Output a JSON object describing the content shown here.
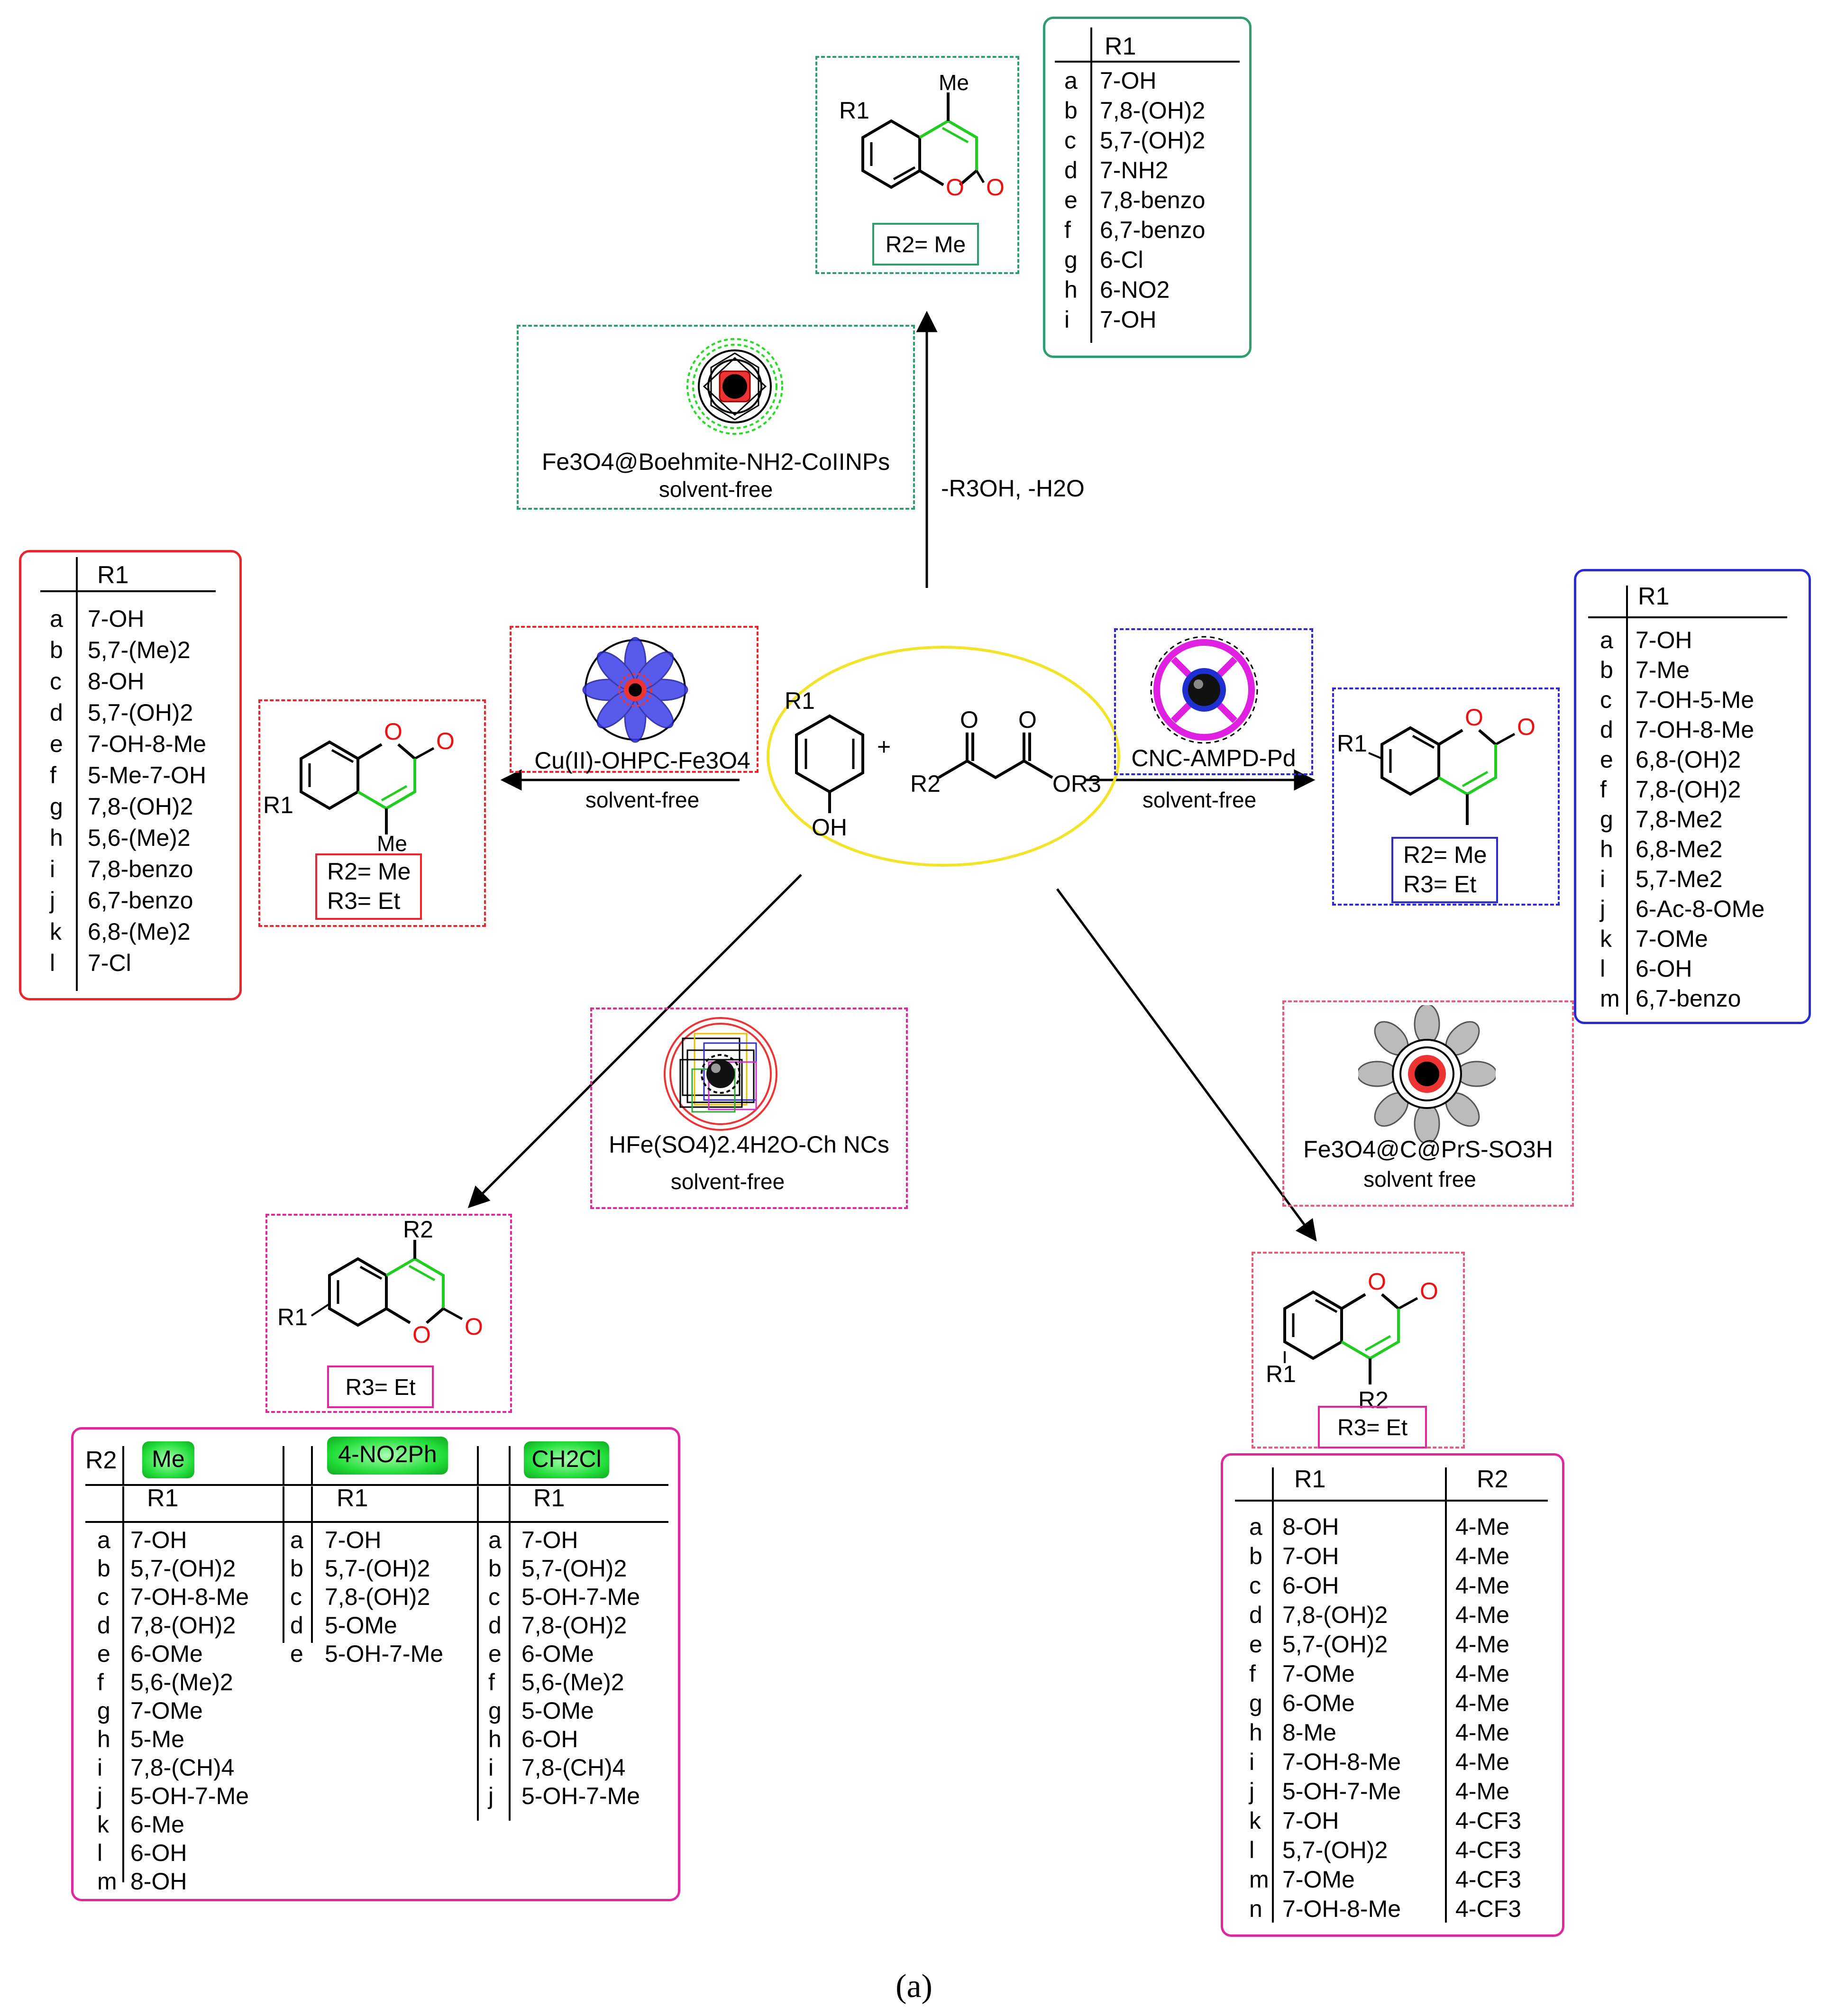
{
  "center": {
    "plus": "+",
    "phenol_r": "R1",
    "phenol_oh": "OH",
    "ketoester_o1": "O",
    "ketoester_o2": "O",
    "ketoester_r2": "R2",
    "ketoester_or3": "OR3"
  },
  "top": {
    "catalyst": "Fe3O4@Boehmite-NH2-CoIINPs",
    "condition": "solvent-free",
    "byproduct": "-R3OH, -H2O",
    "product_me": "Me",
    "product_r1": "R1",
    "product_o": "O",
    "product_o2": "O",
    "r2_label": "R2= Me",
    "table_header": "R1",
    "rows": [
      {
        "letter": "a",
        "r1": "7-OH"
      },
      {
        "letter": "b",
        "r1": "7,8-(OH)2"
      },
      {
        "letter": "c",
        "r1": "5,7-(OH)2"
      },
      {
        "letter": "d",
        "r1": "7-NH2"
      },
      {
        "letter": "e",
        "r1": "7,8-benzo"
      },
      {
        "letter": "f",
        "r1": "6,7-benzo"
      },
      {
        "letter": "g",
        "r1": "6-Cl"
      },
      {
        "letter": "h",
        "r1": "6-NO2"
      },
      {
        "letter": "i",
        "r1": "7-OH"
      }
    ]
  },
  "left": {
    "catalyst": "Cu(II)-OHPC-Fe3O4",
    "condition": "solvent-free",
    "product_me": "Me",
    "product_r1": "R1",
    "product_o": "O",
    "product_o2": "O",
    "r2_label": "R2= Me",
    "r3_label": "R3= Et",
    "table_header": "R1",
    "rows": [
      {
        "letter": "a",
        "r1": "7-OH"
      },
      {
        "letter": "b",
        "r1": "5,7-(Me)2"
      },
      {
        "letter": "c",
        "r1": "8-OH"
      },
      {
        "letter": "d",
        "r1": "5,7-(OH)2"
      },
      {
        "letter": "e",
        "r1": "7-OH-8-Me"
      },
      {
        "letter": "f",
        "r1": "5-Me-7-OH"
      },
      {
        "letter": "g",
        "r1": "7,8-(OH)2"
      },
      {
        "letter": "h",
        "r1": "5,6-(Me)2"
      },
      {
        "letter": "i",
        "r1": "7,8-benzo"
      },
      {
        "letter": "j",
        "r1": "6,7-benzo"
      },
      {
        "letter": "k",
        "r1": "6,8-(Me)2"
      },
      {
        "letter": "l",
        "r1": "7-Cl"
      }
    ]
  },
  "right": {
    "catalyst": "CNC-AMPD-Pd",
    "condition": "solvent-free",
    "product_r1": "R1",
    "product_o": "O",
    "product_o2": "O",
    "r2_label": "R2= Me",
    "r3_label": "R3= Et",
    "table_header": "R1",
    "rows": [
      {
        "letter": "a",
        "r1": "7-OH"
      },
      {
        "letter": "b",
        "r1": "7-Me"
      },
      {
        "letter": "c",
        "r1": "7-OH-5-Me"
      },
      {
        "letter": "d",
        "r1": "7-OH-8-Me"
      },
      {
        "letter": "e",
        "r1": "6,8-(OH)2"
      },
      {
        "letter": "f",
        "r1": "7,8-(OH)2"
      },
      {
        "letter": "g",
        "r1": "7,8-Me2"
      },
      {
        "letter": "h",
        "r1": "6,8-Me2"
      },
      {
        "letter": "i",
        "r1": "5,7-Me2"
      },
      {
        "letter": "j",
        "r1": "6-Ac-8-OMe"
      },
      {
        "letter": "k",
        "r1": "7-OMe"
      },
      {
        "letter": "l",
        "r1": "6-OH"
      },
      {
        "letter": "m",
        "r1": "6,7-benzo"
      }
    ]
  },
  "bottom_left": {
    "catalyst": "HFe(SO4)2.4H2O-Ch NCs",
    "condition": "solvent-free",
    "product_r2": "R2",
    "product_r1": "R1",
    "product_o": "O",
    "product_o2": "O",
    "r3_label": "R3= Et",
    "r2_col_label": "R2",
    "groups": [
      {
        "r2": "Me",
        "header": "R1",
        "rows": [
          {
            "letter": "a",
            "r1": "7-OH"
          },
          {
            "letter": "b",
            "r1": "5,7-(OH)2"
          },
          {
            "letter": "c",
            "r1": "7-OH-8-Me"
          },
          {
            "letter": "d",
            "r1": "7,8-(OH)2"
          },
          {
            "letter": "e",
            "r1": "6-OMe"
          },
          {
            "letter": "f",
            "r1": "5,6-(Me)2"
          },
          {
            "letter": "g",
            "r1": "7-OMe"
          },
          {
            "letter": "h",
            "r1": "5-Me"
          },
          {
            "letter": "i",
            "r1": "7,8-(CH)4"
          },
          {
            "letter": "j",
            "r1": "5-OH-7-Me"
          },
          {
            "letter": "k",
            "r1": "6-Me"
          },
          {
            "letter": "l",
            "r1": "6-OH"
          },
          {
            "letter": "m",
            "r1": "8-OH"
          }
        ]
      },
      {
        "r2": "4-NO2Ph",
        "header": "R1",
        "rows": [
          {
            "letter": "a",
            "r1": "7-OH"
          },
          {
            "letter": "b",
            "r1": "5,7-(OH)2"
          },
          {
            "letter": "c",
            "r1": "7,8-(OH)2"
          },
          {
            "letter": "d",
            "r1": "5-OMe"
          },
          {
            "letter": "e",
            "r1": "5-OH-7-Me"
          }
        ]
      },
      {
        "r2": "CH2Cl",
        "header": "R1",
        "rows": [
          {
            "letter": "a",
            "r1": "7-OH"
          },
          {
            "letter": "b",
            "r1": "5,7-(OH)2"
          },
          {
            "letter": "c",
            "r1": "5-OH-7-Me"
          },
          {
            "letter": "d",
            "r1": "7,8-(OH)2"
          },
          {
            "letter": "e",
            "r1": "6-OMe"
          },
          {
            "letter": "f",
            "r1": "5,6-(Me)2"
          },
          {
            "letter": "g",
            "r1": "5-OMe"
          },
          {
            "letter": "h",
            "r1": "6-OH"
          },
          {
            "letter": "i",
            "r1": "7,8-(CH)4"
          },
          {
            "letter": "j",
            "r1": "5-OH-7-Me"
          }
        ]
      }
    ]
  },
  "bottom_right": {
    "catalyst": "Fe3O4@C@PrS-SO3H",
    "condition": "solvent free",
    "product_r1": "R1",
    "product_r2": "R2",
    "product_o": "O",
    "product_o2": "O",
    "r3_label": "R3= Et",
    "table_header_r1": "R1",
    "table_header_r2": "R2",
    "rows": [
      {
        "letter": "a",
        "r1": "8-OH",
        "r2": "4-Me"
      },
      {
        "letter": "b",
        "r1": "7-OH",
        "r2": "4-Me"
      },
      {
        "letter": "c",
        "r1": "6-OH",
        "r2": "4-Me"
      },
      {
        "letter": "d",
        "r1": "7,8-(OH)2",
        "r2": "4-Me"
      },
      {
        "letter": "e",
        "r1": "5,7-(OH)2",
        "r2": "4-Me"
      },
      {
        "letter": "f",
        "r1": "7-OMe",
        "r2": "4-Me"
      },
      {
        "letter": "g",
        "r1": "6-OMe",
        "r2": "4-Me"
      },
      {
        "letter": "h",
        "r1": "8-Me",
        "r2": "4-Me"
      },
      {
        "letter": "i",
        "r1": "7-OH-8-Me",
        "r2": "4-Me"
      },
      {
        "letter": "j",
        "r1": "5-OH-7-Me",
        "r2": "4-Me"
      },
      {
        "letter": "k",
        "r1": "7-OH",
        "r2": "4-CF3"
      },
      {
        "letter": "l",
        "r1": "5,7-(OH)2",
        "r2": "4-CF3"
      },
      {
        "letter": "m",
        "r1": "7-OMe",
        "r2": "4-CF3"
      },
      {
        "letter": "n",
        "r1": "7-OH-8-Me",
        "r2": "4-CF3"
      }
    ]
  },
  "caption": "(a)",
  "colors": {
    "green": "#2e9e6e",
    "red": "#e8262b",
    "blue": "#2b2bd0",
    "pink": "#e0279e",
    "ring_bond": "#22cc22",
    "oxygen": "#ee1111"
  }
}
